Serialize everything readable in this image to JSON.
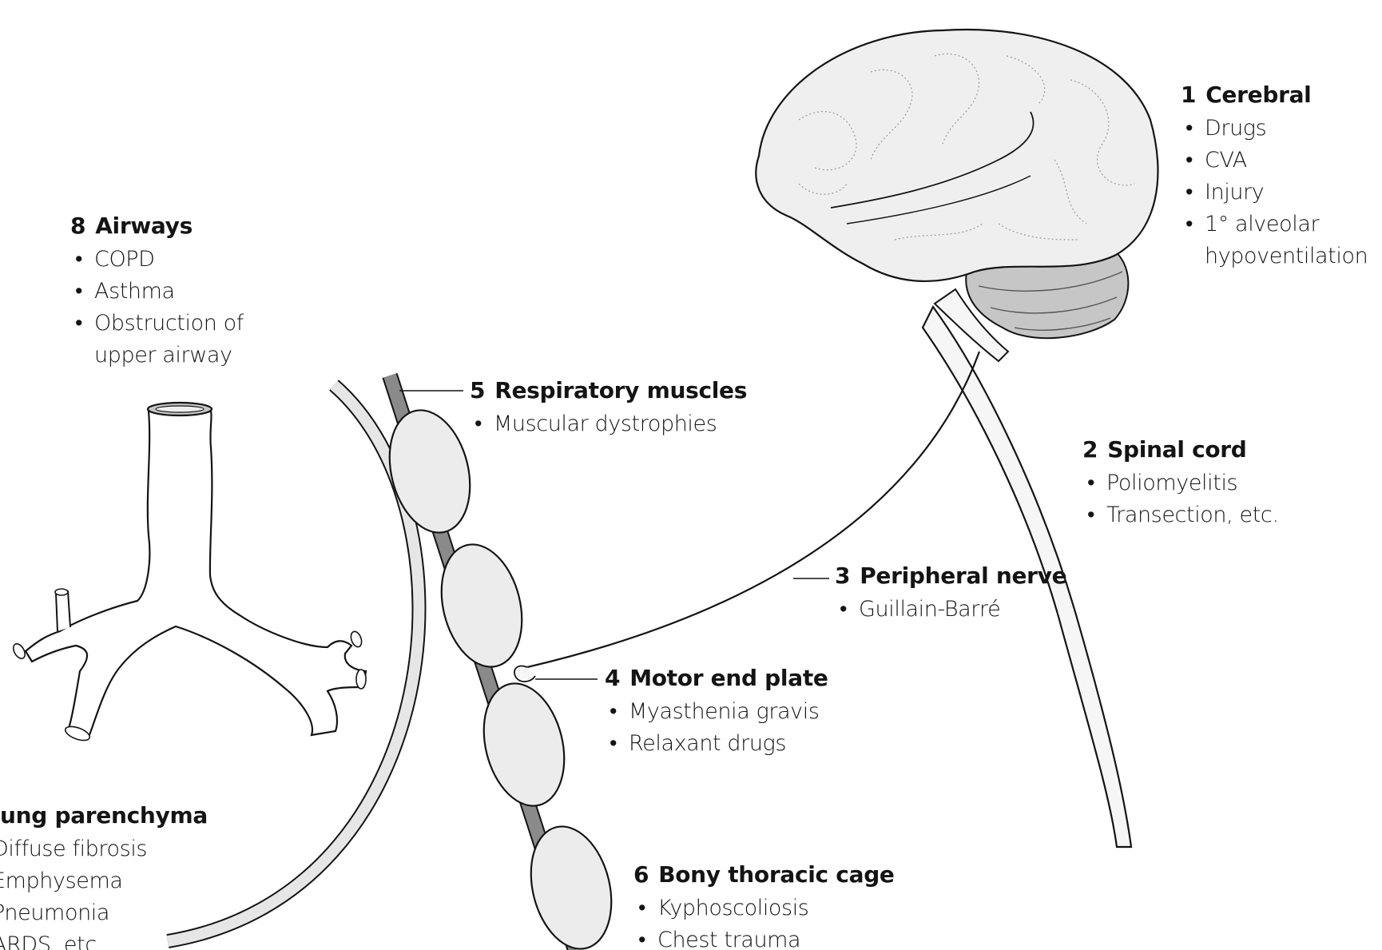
{
  "causes": {
    "cerebral": {
      "number": "1",
      "title": "Cerebral",
      "items": [
        "Drugs",
        "CVA",
        "Injury",
        "1° alveolar",
        "hypoventilation"
      ]
    },
    "spinal_cord": {
      "number": "2",
      "title": "Spinal cord",
      "items": [
        "Poliomyelitis",
        "Transection, etc."
      ]
    },
    "peripheral_nerve": {
      "number": "3",
      "title": "Peripheral nerve",
      "items": [
        "Guillain-Barré"
      ]
    },
    "motor_end_plate": {
      "number": "4",
      "title": "Motor end plate",
      "items": [
        "Myasthenia gravis",
        "Relaxant drugs"
      ]
    },
    "respiratory_muscles": {
      "number": "5",
      "title": "Respiratory muscles",
      "items": [
        "Muscular dystrophies"
      ]
    },
    "bony_thoracic_cage": {
      "number": "6",
      "title": "Bony thoracic cage",
      "items": [
        "Kyphoscoliosis",
        "Chest trauma"
      ]
    },
    "lung_parenchyma": {
      "number": "",
      "title": "ung parenchyma",
      "items": [
        "Diffuse fibrosis",
        "Emphysema",
        "Pneumonia",
        "ARDS, etc."
      ]
    },
    "airways": {
      "number": "8",
      "title": "Airways",
      "items": [
        "COPD",
        "Asthma",
        "Obstruction of",
        "upper airway"
      ]
    }
  },
  "colors": {
    "ink": "#141414",
    "brain_fill": "#efefef",
    "cerebellum_fill": "#c6c6c6",
    "cord_fill": "#f6f6f6",
    "rib_fill": "#ececec",
    "muscle_band": "#8a8a8a",
    "pleura_fill": "#e6e6e6"
  }
}
